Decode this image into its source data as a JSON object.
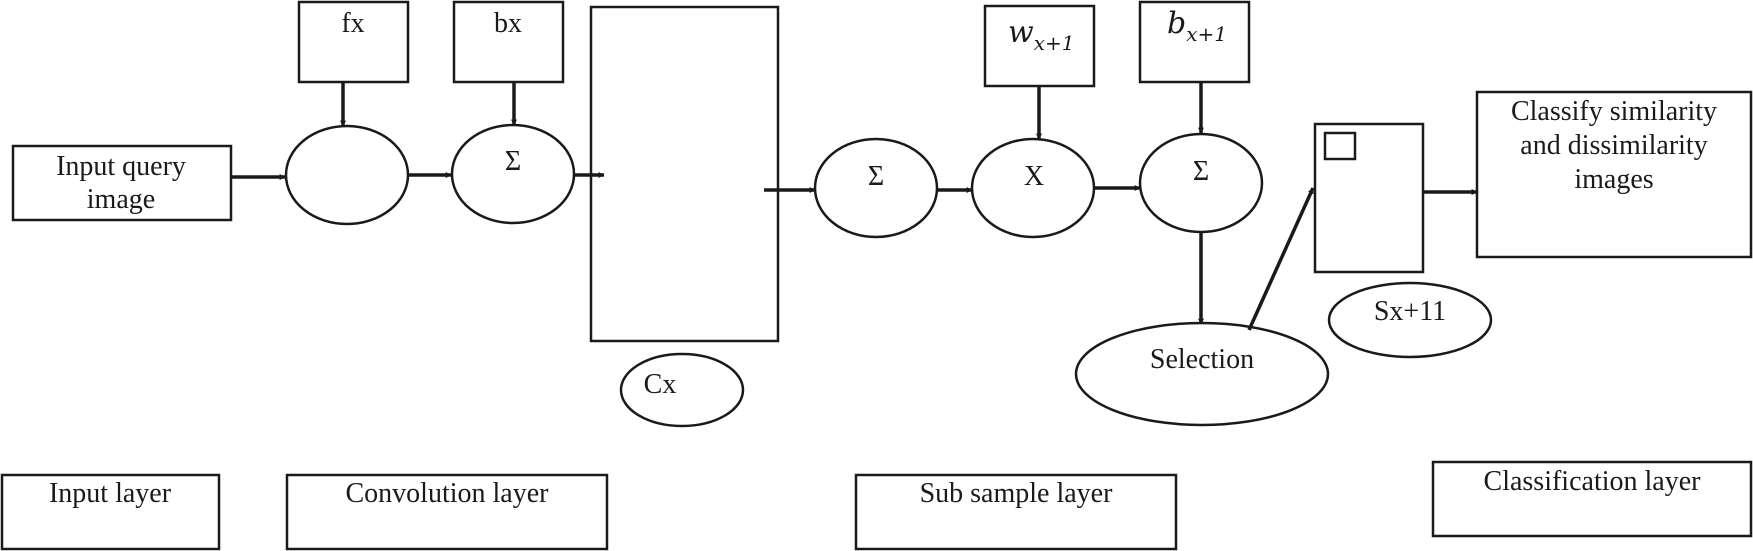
{
  "colors": {
    "stroke": "#1a1a1a",
    "background": "#ffffff"
  },
  "nodes": {
    "input_query": [
      "Input query",
      "image"
    ],
    "fx": "fx",
    "bx": "bx",
    "sum1": "Σ",
    "cx": "Cx",
    "sum2": "Σ",
    "multiply": "X",
    "w_base": "w",
    "w_sub": "x+1",
    "b_base": "b",
    "b_sub": "x+1",
    "sum3": "Σ",
    "selection": "Selection",
    "sx": "Sx+11",
    "classify": [
      "Classify similarity",
      "and dissimilarity",
      "images"
    ]
  },
  "layers": {
    "input": "Input layer",
    "convolution": "Convolution layer",
    "subsample": "Sub sample layer",
    "classification": "Classification layer"
  }
}
